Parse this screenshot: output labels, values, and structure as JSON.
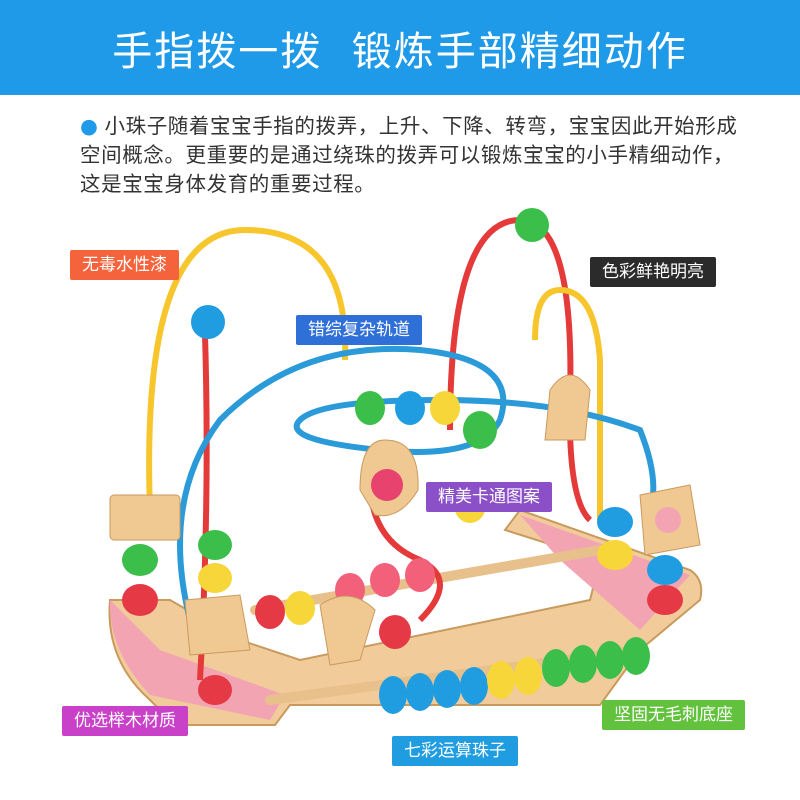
{
  "banner": {
    "title": "手指拨一拨  锻炼手部精细动作",
    "color": "#1e9ae8"
  },
  "description": {
    "text": "小珠子随着宝宝手指的拨弄，上升、下降、转弯，宝宝因此开始形成空间概念。更重要的是通过绕珠的拨弄可以锻炼宝宝的小手精细动作，这是宝宝身体发育的重要过程。"
  },
  "labels": {
    "nontoxic": {
      "text": "无毒水性漆",
      "color": "#f4633c"
    },
    "bright_colors": {
      "text": "色彩鲜艳明亮",
      "color": "#2b2b2b"
    },
    "tracks": {
      "text": "错综复杂轨道",
      "color": "#2f6fd8"
    },
    "cartoon": {
      "text": "精美卡通图案",
      "color": "#8b4fc8"
    },
    "wood": {
      "text": "优选榉木材质",
      "color": "#c941c9"
    },
    "base": {
      "text": "坚固无毛刺底座",
      "color": "#62c23d"
    },
    "abacus": {
      "text": "七彩运算珠子",
      "color": "#1f9de0"
    }
  }
}
